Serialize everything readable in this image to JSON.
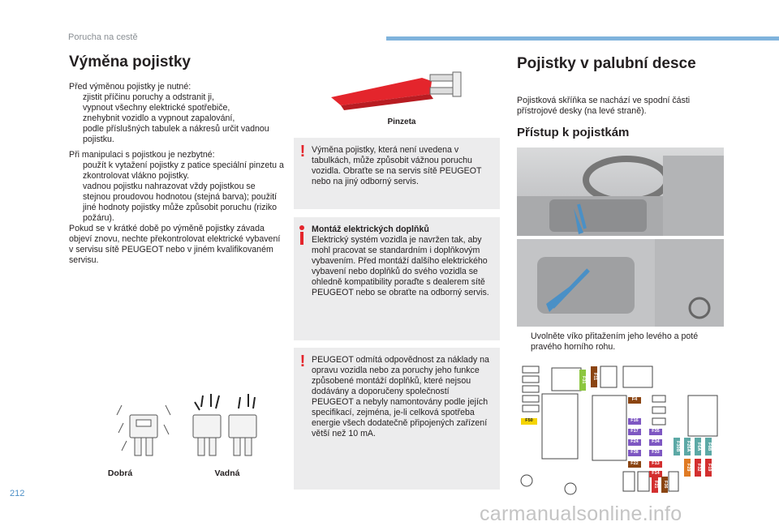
{
  "header": {
    "section": "Porucha na cestě"
  },
  "left": {
    "title": "Výměna pojistky",
    "intro": "Před výměnou pojistky je nutné:",
    "pre_items": [
      "zjistit příčinu poruchy a odstranit ji,",
      "vypnout všechny elektrické spotřebiče,",
      "znehybnit vozidlo a vypnout zapalování,",
      "podle příslušných tabulek a nákresů určit vadnou pojistku."
    ],
    "handling_intro": "Při manipulaci s pojistkou je nezbytné:",
    "handling_items": [
      "použít k vytažení pojistky z patice speciální pinzetu a zkontrolovat vlákno pojistky.",
      "vadnou pojistku nahrazovat vždy pojistkou se stejnou proudovou hodnotou (stejná barva); použití jiné hodnoty pojistky může způsobit poruchu (riziko požáru)."
    ],
    "closing": "Pokud se v krátké době po výměně pojistky závada objeví znovu, nechte překontrolovat elektrické vybavení v servisu sítě PEUGEOT nebo v jiném kvalifikovaném servisu.",
    "good_label": "Dobrá",
    "bad_label": "Vadná"
  },
  "middle": {
    "tweezers_caption": "Pinzeta",
    "warning1": "Výměna pojistky, která není uvedena v tabulkách, může způsobit vážnou poruchu vozidla. Obraťte se na servis sítě PEUGEOT nebo na jiný odborný servis.",
    "info_title": "Montáž elektrických doplňků",
    "info_body": "Elektrický systém vozidla je navržen tak, aby mohl pracovat se standardním i doplňkovým vybavením. Před montáží dalšího elektrického vybavení nebo doplňků do svého vozidla se ohledně kompatibility poraďte s dealerem sítě PEUGEOT nebo se obraťte na odborný servis.",
    "warning2": "PEUGEOT odmítá odpovědnost za náklady na opravu vozidla nebo za poruchy jeho funkce způsobené montáží doplňků, které nejsou dodávány a doporučeny společností PEUGEOT a nebyly namontovány podle jejích specifikací, zejména, je-li celková spotřeba energie všech dodatečně připojených zařízení větší než 10 mA."
  },
  "right": {
    "title": "Pojistky v palubní desce",
    "intro": "Pojistková skříňka se nachází ve spodní části přístrojové desky (na levé straně).",
    "subtitle": "Přístup k pojistkám",
    "step": "Uvolněte víko přitažením jeho levého a poté pravého horního rohu."
  },
  "fuses": {
    "F50": "F50",
    "F31": "F31",
    "F11": "F11",
    "F4": "F4",
    "F16": "F16",
    "F35": "F35",
    "F17": "F17",
    "F34": "F34",
    "F24": "F24",
    "F33": "F33",
    "F38": "F38",
    "F13": "F13",
    "F22": "F22",
    "F14": "F14",
    "F21": "F21",
    "F36": "F36",
    "F30B": "F30B",
    "F26A": "F26A",
    "F6A": "F6A",
    "F6B": "F6B",
    "F29": "F29",
    "F32": "F32",
    "F19": "F19"
  },
  "colors": {
    "accent_blue": "#7fb3dc",
    "warning_red": "#e4252c",
    "panel_gray": "#ececed",
    "fuse_green": "#8cc63f",
    "fuse_yellow": "#f5d400",
    "fuse_brown": "#8b4513",
    "fuse_purple": "#7e57c2",
    "fuse_red": "#d32f2f",
    "fuse_teal": "#5ca9a6",
    "fuse_orange": "#e07b24"
  },
  "bullet_marker": "",
  "page_number": "212",
  "watermark": "carmanualsonline.info"
}
